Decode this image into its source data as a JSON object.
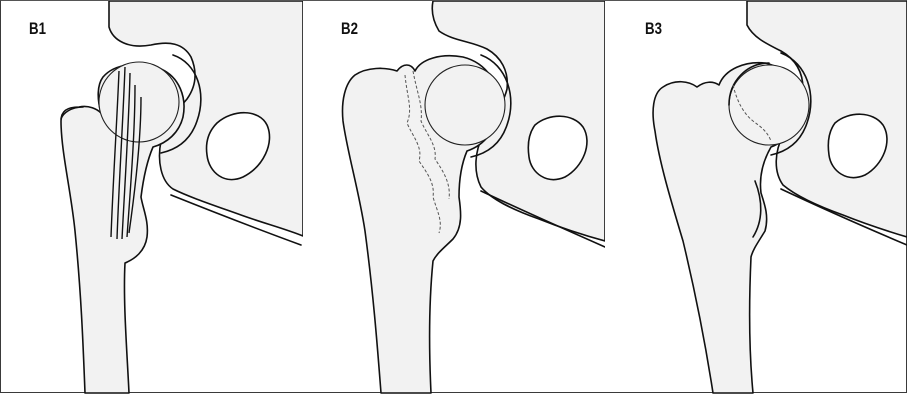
{
  "panels": [
    {
      "id": "b1",
      "label": "B1"
    },
    {
      "id": "b2",
      "label": "B2"
    },
    {
      "id": "b3",
      "label": "B3"
    }
  ]
}
